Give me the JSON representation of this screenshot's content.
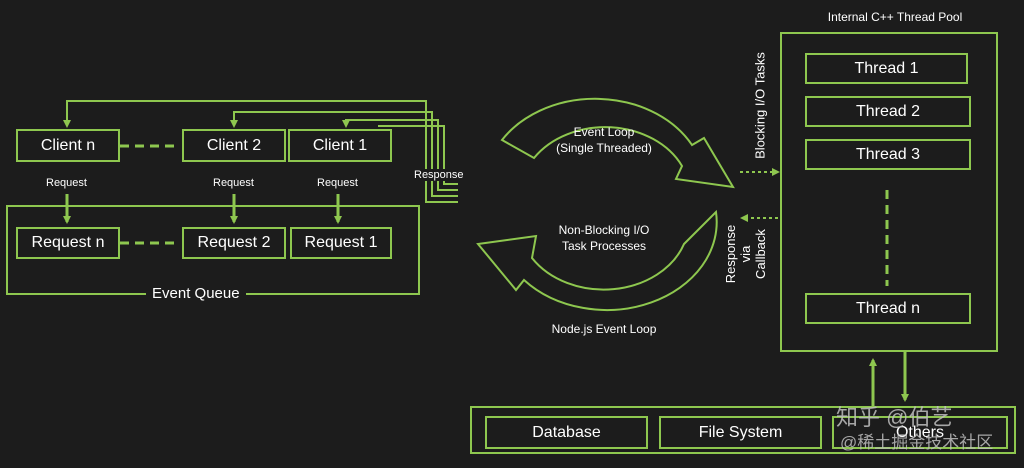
{
  "clients": {
    "client_n": "Client n",
    "client_2": "Client 2",
    "client_1": "Client 1"
  },
  "request_labels": {
    "n": "Request",
    "two": "Request",
    "one": "Request"
  },
  "response_label": "Response",
  "queue": {
    "request_n": "Request n",
    "request_2": "Request 2",
    "request_1": "Request 1",
    "title": "Event Queue"
  },
  "event_loop": {
    "top_line1": "Event Loop",
    "top_line2": "(Single Threaded)",
    "bottom_line1": "Non-Blocking I/O",
    "bottom_line2": "Task Processes",
    "caption": "Node.js Event Loop"
  },
  "blocking_label": "Blocking I/O Tasks",
  "callback": {
    "line1": "Response",
    "line2": "via",
    "line3": "Callback"
  },
  "thread_pool": {
    "title": "Internal C++ Thread Pool",
    "thread_1": "Thread 1",
    "thread_2": "Thread 2",
    "thread_3": "Thread 3",
    "thread_n": "Thread n"
  },
  "resources": {
    "database": "Database",
    "file_system": "File System",
    "others": "Others"
  },
  "watermark": {
    "line1": "知乎 @伯艺",
    "line2": "@稀土掘金技术社区"
  },
  "colors": {
    "accent": "#8ec74f",
    "background": "#1c1c1c",
    "text": "#ffffff"
  }
}
